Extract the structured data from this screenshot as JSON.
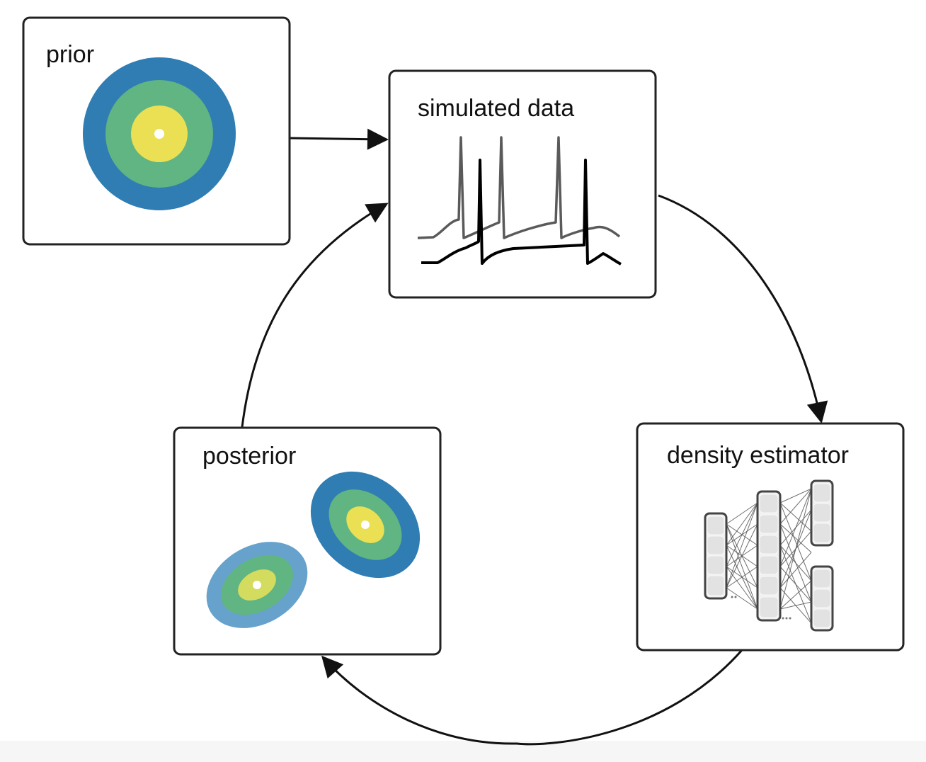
{
  "diagram": {
    "type": "cycle",
    "nodes": {
      "prior": {
        "label": "prior"
      },
      "simulated_data": {
        "label": "simulated data"
      },
      "density_estimator": {
        "label": "density estimator"
      },
      "posterior": {
        "label": "posterior"
      }
    },
    "edges": [
      {
        "from": "prior",
        "to": "simulated_data"
      },
      {
        "from": "simulated_data",
        "to": "density_estimator"
      },
      {
        "from": "density_estimator",
        "to": "posterior"
      },
      {
        "from": "posterior",
        "to": "simulated_data"
      }
    ]
  },
  "colors": {
    "dark_blue": "#2f7db3",
    "light_blue": "#66a2cb",
    "green": "#60b583",
    "yellow": "#ebe054",
    "yellow_green": "#d3dc5e",
    "trace_gray": "#5a5a5a",
    "trace_black": "#000000"
  }
}
